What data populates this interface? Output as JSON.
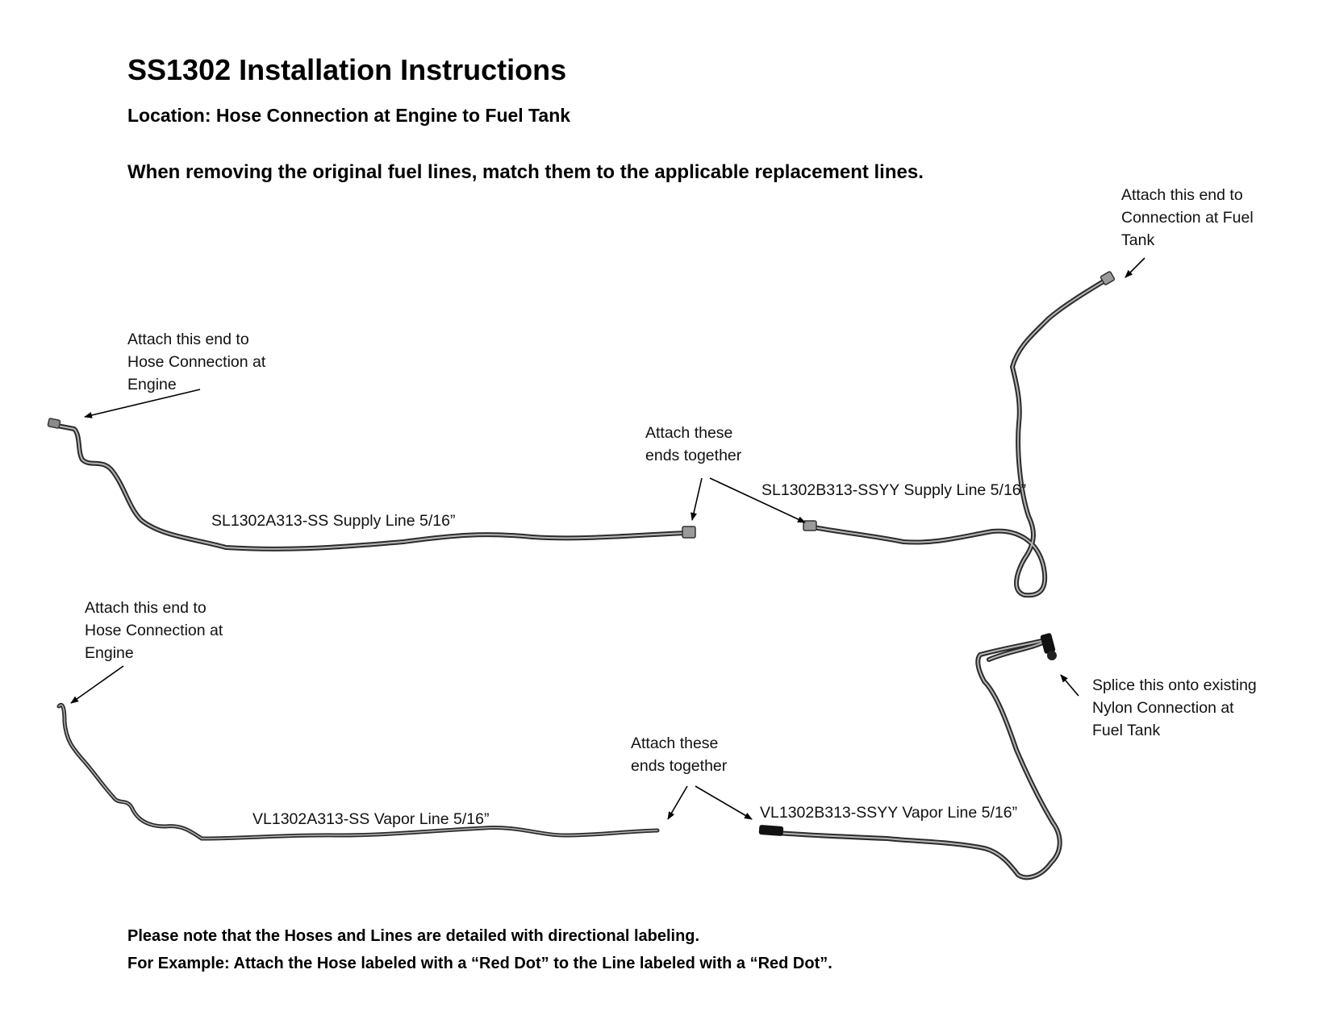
{
  "header": {
    "title": "SS1302 Installation Instructions",
    "location": "Location: Hose Connection at Engine to Fuel Tank",
    "intro": "When removing the original fuel lines, match them to the applicable replacement lines."
  },
  "notes": {
    "supply_engine": [
      "Attach this end to",
      "Hose Connection at",
      "Engine"
    ],
    "supply_together": [
      "Attach these",
      "ends together"
    ],
    "supply_tank": [
      "Attach this end to",
      "Connection at Fuel",
      "Tank"
    ],
    "vapor_engine": [
      "Attach this end to",
      "Hose Connection at",
      "Engine"
    ],
    "vapor_together": [
      "Attach these",
      "ends together"
    ],
    "vapor_tank": [
      "Splice this onto existing",
      "Nylon Connection at",
      "Fuel Tank"
    ]
  },
  "lines": {
    "supply_a": "SL1302A313-SS Supply Line 5/16”",
    "supply_b": "SL1302B313-SSYY Supply Line 5/16”",
    "vapor_a": "VL1302A313-SS Vapor Line 5/16”",
    "vapor_b": "VL1302B313-SSYY Vapor Line 5/16”"
  },
  "footer": {
    "line1": "Please note that the Hoses and Lines are detailed with directional labeling.",
    "line2": "For Example: Attach the Hose labeled with a “Red Dot” to the Line labeled with a “Red Dot”."
  }
}
